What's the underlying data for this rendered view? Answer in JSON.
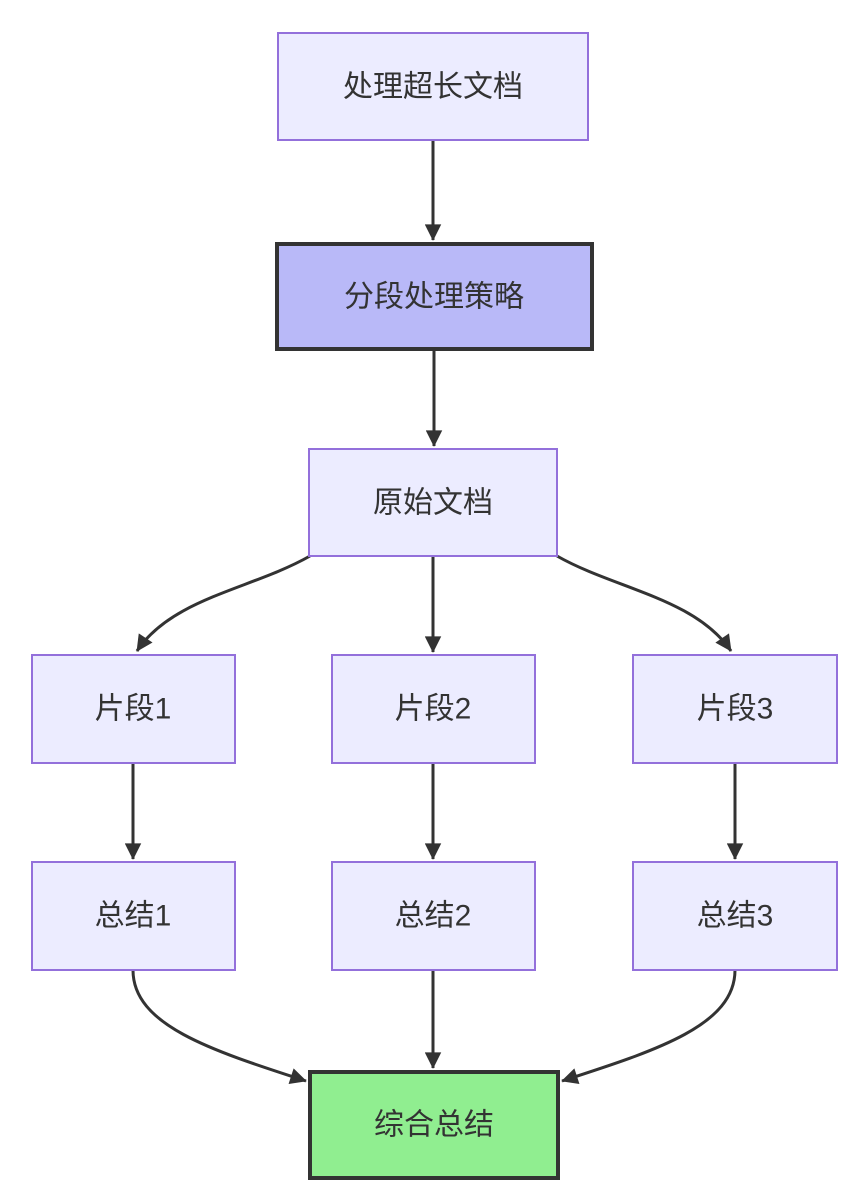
{
  "colors": {
    "background": "#ffffff",
    "node_fill": "#ECECFF",
    "node_border": "#9370DB",
    "highlight_fill": "#B9B9F8",
    "highlight_border": "#333333",
    "success_fill": "#90EE90",
    "success_border": "#333333",
    "edge_color": "#333333",
    "text_color": "#333333"
  },
  "diagram": {
    "type": "flowchart",
    "direction": "top-down",
    "nodes": {
      "root": {
        "label": "处理超长文档",
        "style": "default"
      },
      "strategy": {
        "label": "分段处理策略",
        "style": "highlight"
      },
      "original": {
        "label": "原始文档",
        "style": "default"
      },
      "fragment1": {
        "label": "片段1",
        "style": "default"
      },
      "fragment2": {
        "label": "片段2",
        "style": "default"
      },
      "fragment3": {
        "label": "片段3",
        "style": "default"
      },
      "summary1": {
        "label": "总结1",
        "style": "default"
      },
      "summary2": {
        "label": "总结2",
        "style": "default"
      },
      "summary3": {
        "label": "总结3",
        "style": "default"
      },
      "final": {
        "label": "综合总结",
        "style": "success"
      }
    },
    "edges": [
      {
        "from": "处理超长文档",
        "to": "分段处理策略"
      },
      {
        "from": "分段处理策略",
        "to": "原始文档"
      },
      {
        "from": "原始文档",
        "to": "片段1"
      },
      {
        "from": "原始文档",
        "to": "片段2"
      },
      {
        "from": "原始文档",
        "to": "片段3"
      },
      {
        "from": "片段1",
        "to": "总结1"
      },
      {
        "from": "片段2",
        "to": "总结2"
      },
      {
        "from": "片段3",
        "to": "总结3"
      },
      {
        "from": "总结1",
        "to": "综合总结"
      },
      {
        "from": "总结2",
        "to": "综合总结"
      },
      {
        "from": "总结3",
        "to": "综合总结"
      }
    ]
  }
}
